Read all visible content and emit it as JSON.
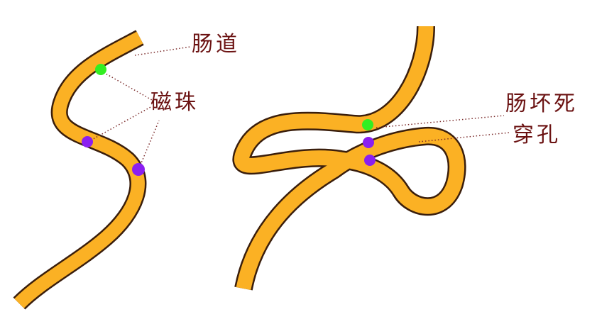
{
  "labels": {
    "intestine": "肠道",
    "magnetic_beads": "磁珠",
    "necrosis": "肠坏死",
    "perforation": "穿孔"
  },
  "colors": {
    "intestine_fill": "#fbb124",
    "intestine_outline": "#3a1e0c",
    "label_text": "#6b1212",
    "leader_line": "#7a2a2a",
    "magnet_green": "#33ee22",
    "magnet_purple": "#8a1ff0"
  }
}
